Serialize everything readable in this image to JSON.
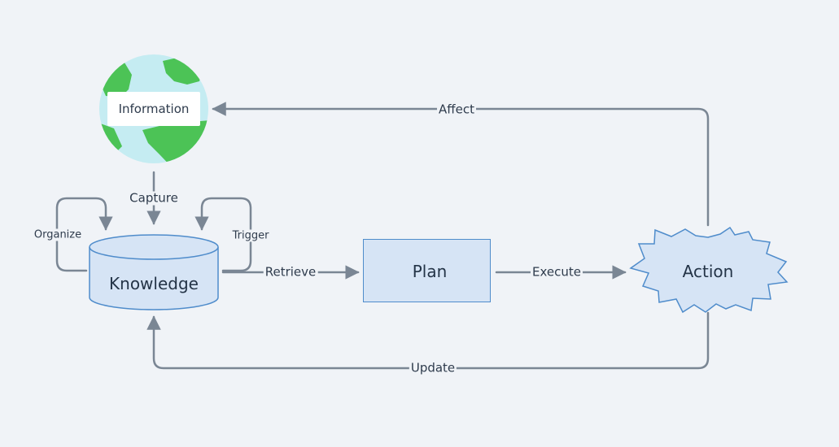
{
  "nodes": {
    "information": "Information",
    "knowledge": "Knowledge",
    "plan": "Plan",
    "action": "Action"
  },
  "edges": {
    "capture": "Capture",
    "organize": "Organize",
    "trigger": "Trigger",
    "retrieve": "Retrieve",
    "execute": "Execute",
    "affect": "Affect",
    "update": "Update"
  },
  "colors": {
    "background": "#f0f3f7",
    "node_fill": "#d6e4f5",
    "node_stroke": "#4f8ccb",
    "arrow": "#7a8694",
    "globe_ocean": "#c5ecf2",
    "globe_land": "#4cc356"
  }
}
